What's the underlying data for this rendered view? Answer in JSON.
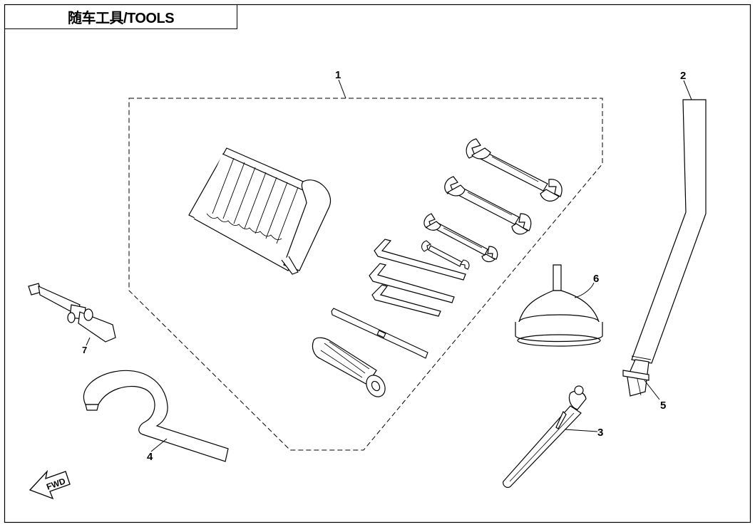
{
  "title": "随车工具/TOOLS",
  "callouts": {
    "c1": "1",
    "c2": "2",
    "c3": "3",
    "c4": "4",
    "c5": "5",
    "c6": "6",
    "c7": "7"
  },
  "fwd_label": "FWD",
  "colors": {
    "line": "#000000",
    "background": "#ffffff"
  }
}
